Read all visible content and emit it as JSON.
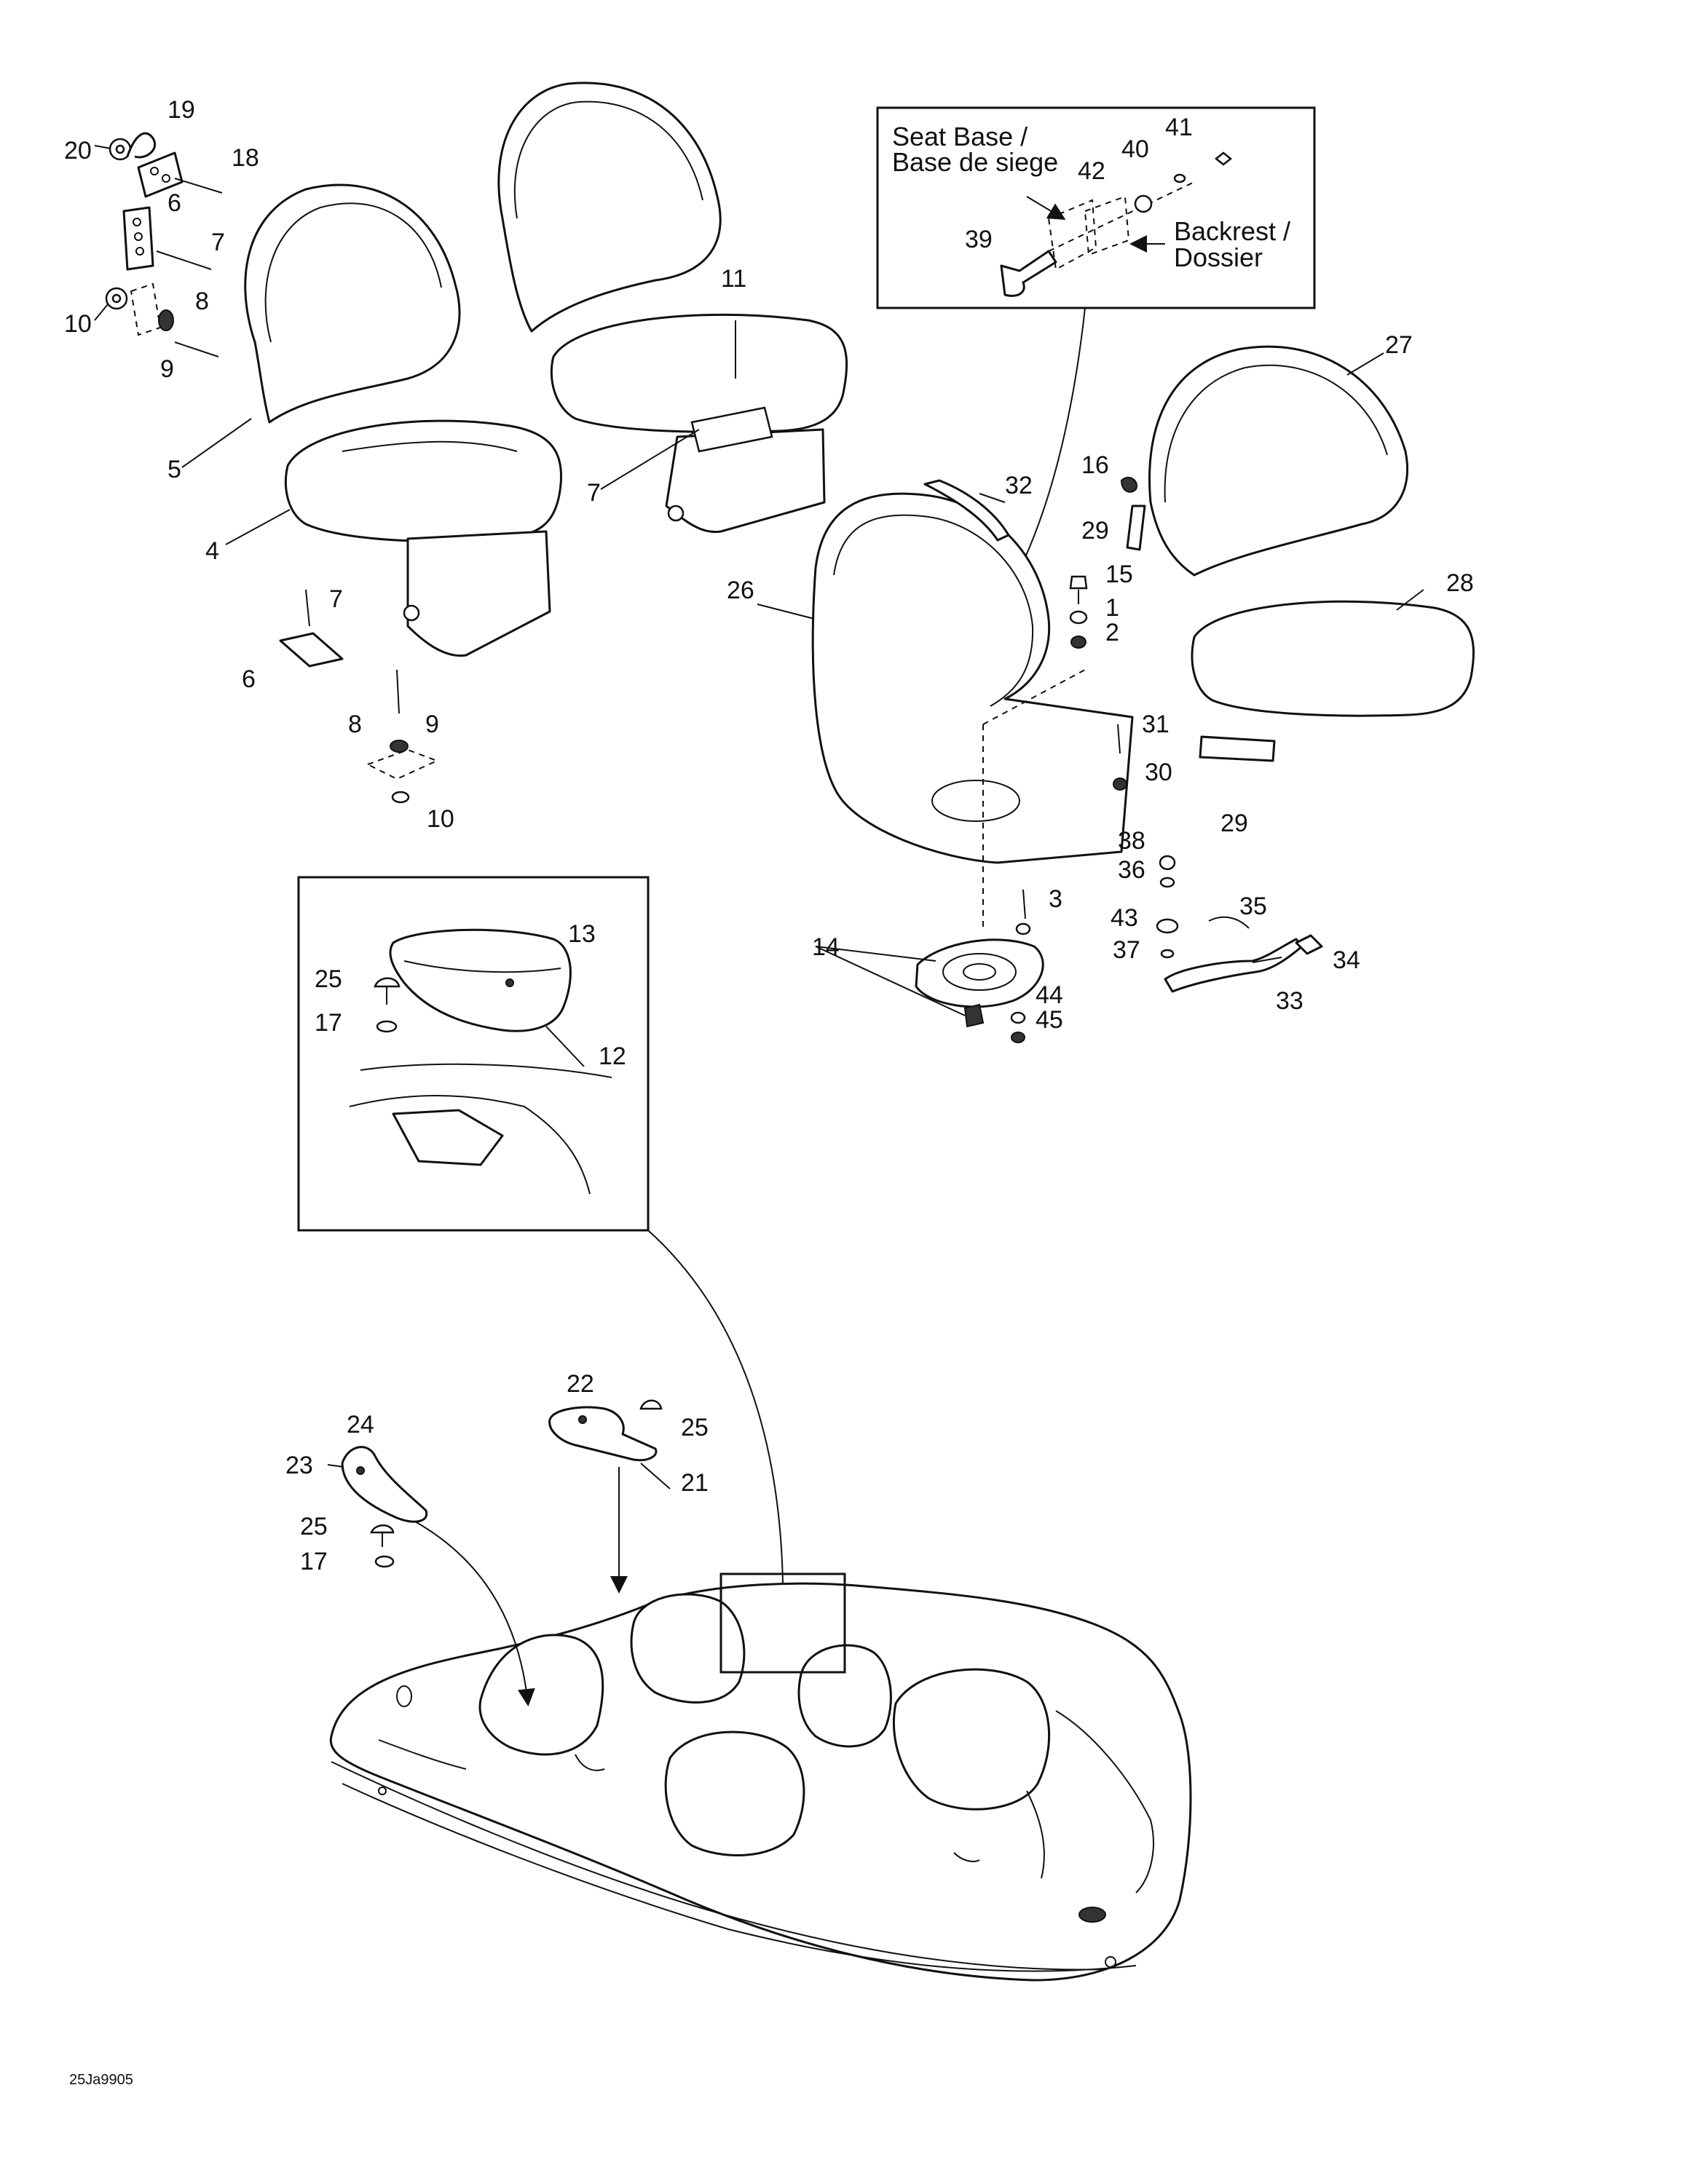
{
  "diagram": {
    "code": "25Ja9905",
    "inset_note": {
      "seat_base": [
        "Seat Base /",
        "Base de siege"
      ],
      "backrest": [
        "Backrest /",
        "Dossier"
      ]
    },
    "callouts": {
      "c1": "1",
      "c2": "2",
      "c3": "3",
      "c4": "4",
      "c5": "5",
      "c6a": "6",
      "c6b": "6",
      "c7a": "7",
      "c7b": "7",
      "c7c": "7",
      "c8a": "8",
      "c8b": "8",
      "c9a": "9",
      "c9b": "9",
      "c10a": "10",
      "c10b": "10",
      "c11": "11",
      "c12": "12",
      "c13": "13",
      "c14": "14",
      "c15": "15",
      "c16": "16",
      "c17a": "17",
      "c17b": "17",
      "c18": "18",
      "c19": "19",
      "c20": "20",
      "c21": "21",
      "c22": "22",
      "c23": "23",
      "c24": "24",
      "c25a": "25",
      "c25b": "25",
      "c25c": "25",
      "c26": "26",
      "c27": "27",
      "c28": "28",
      "c29a": "29",
      "c29b": "29",
      "c30": "30",
      "c31": "31",
      "c32": "32",
      "c33": "33",
      "c34": "34",
      "c35": "35",
      "c36": "36",
      "c37": "37",
      "c38": "38",
      "c39": "39",
      "c40": "40",
      "c41": "41",
      "c42": "42",
      "c43": "43",
      "c44": "44",
      "c45": "45"
    }
  }
}
